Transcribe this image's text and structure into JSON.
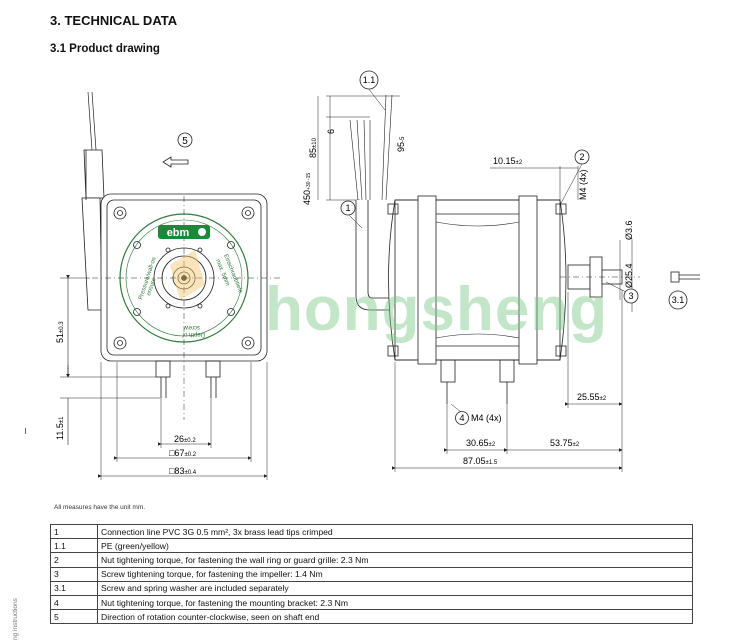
{
  "heading": "3. TECHNICAL DATA",
  "subheading": "3.1 Product drawing",
  "brand": "ebm",
  "watermark": "hongsheng",
  "plate_text": {
    "left_arc": "Pressure/wall-os",
    "left_arc2": "ensure",
    "right_arc": "Einschraubtiefe",
    "right_arc2": "max. 5mm",
    "bottom_arc": "Depth of",
    "bottom_arc2": "screw"
  },
  "front_view": {
    "rotation_marker": "5",
    "dim_26": "26",
    "dim_26_tol": "±0.2",
    "dim_67": "□67",
    "dim_67_tol": "±0.2",
    "dim_83": "□83",
    "dim_83_tol": "±0.4",
    "dim_51": "51",
    "dim_51_tol": "±0.3",
    "dim_11_5": "11.5",
    "dim_11_5_tol": "±1"
  },
  "side_view": {
    "callout_1_1": "1.1",
    "callout_1": "1",
    "callout_2": "2",
    "callout_3": "3",
    "callout_3_1": "3.1",
    "callout_4": "4",
    "lead_85": "85",
    "lead_85_tol": "±10",
    "lead_6": "6",
    "lead_95": "95",
    "lead_95_tol": "-5",
    "lead_450": "450",
    "lead_450_tol": "+30 -15",
    "dim_10_15": "10.15",
    "dim_10_15_tol": "±2",
    "m4_top": "M4 (4x)",
    "d3_6": "Ø3.6",
    "d25_4": "Ø25.4",
    "m4_bottom": "M4 (4x)",
    "dim_25_55": "25.55",
    "dim_25_55_tol": "±2",
    "dim_30_65": "30.65",
    "dim_30_65_tol": "±2",
    "dim_53_75": "53.75",
    "dim_53_75_tol": "±2",
    "dim_87_05": "87.05",
    "dim_87_05_tol": "±1.5"
  },
  "note": "All measures have the unit mm.",
  "side_text": "ng instructions",
  "legend": [
    {
      "no": "1",
      "text": "Connection line PVC 3G 0.5 mm², 3x brass lead tips crimped"
    },
    {
      "no": "1.1",
      "text": "PE (green/yellow)"
    },
    {
      "no": "2",
      "text": "Nut tightening torque, for fastening the wall ring or guard grille: 2.3 Nm"
    },
    {
      "no": "3",
      "text": "Screw tightening torque, for fastening the impeller: 1.4 Nm"
    },
    {
      "no": "3.1",
      "text": "Screw and spring washer are included separately"
    },
    {
      "no": "4",
      "text": "Nut tightening torque, for fastening the mounting bracket: 2.3 Nm"
    },
    {
      "no": "5",
      "text": "Direction of rotation counter-clockwise, seen on shaft end"
    }
  ],
  "colors": {
    "line": "#222222",
    "watermark": "#7cc98a",
    "logo_green": "#1a8a3a",
    "plate_green": "#2f7a3a"
  }
}
